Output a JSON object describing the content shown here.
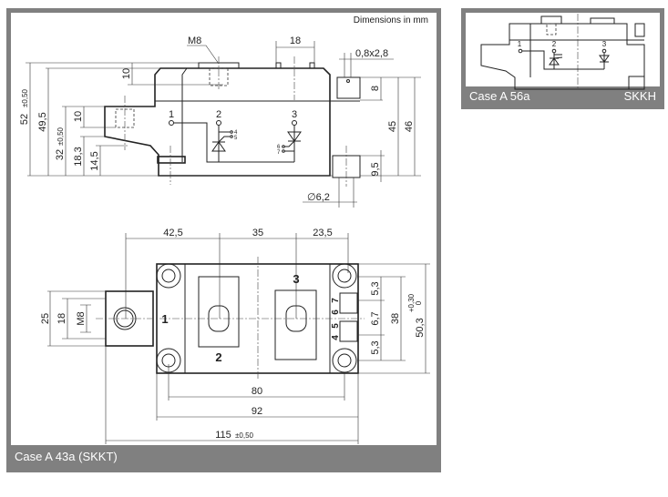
{
  "main_panel": {
    "caption": "Case A 43a (SKKT)",
    "units_note": "Dimensions in mm",
    "side_view": {
      "thread_label": "M8",
      "dims": {
        "top_width": "18",
        "pin": "0,8x2,8",
        "height_total": "52",
        "height_total_tol": "±0,50",
        "h49": "49,5",
        "h32": "32",
        "h32_tol": "±0,50",
        "h18": "18,3",
        "h14": "14,5",
        "h10a": "10",
        "h10b": "10",
        "r8": "8",
        "r45": "45",
        "r46": "46",
        "r9": "9,5",
        "hole": "∅6,2"
      },
      "terminals": [
        "1",
        "2",
        "3",
        "4",
        "5",
        "6",
        "7"
      ]
    },
    "top_view": {
      "dims": {
        "d42": "42,5",
        "d35": "35",
        "d23": "23,5",
        "w80": "80",
        "w92": "92",
        "w115": "115",
        "w115_tol": "±0,50",
        "h25": "25",
        "h18": "18",
        "m8": "M8",
        "p53a": "5,3",
        "p67": "6,7",
        "p53b": "5,3",
        "h38": "38",
        "h50": "50,3",
        "h50_tol_plus": "+0,30",
        "h50_tol_minus": "0"
      },
      "terminals": [
        "1",
        "2",
        "3",
        "7",
        "6",
        "5",
        "4"
      ]
    }
  },
  "side_panel": {
    "caption_left": "Case A 56a",
    "caption_right": "SKKH",
    "terminals": [
      "1",
      "2",
      "3"
    ]
  }
}
